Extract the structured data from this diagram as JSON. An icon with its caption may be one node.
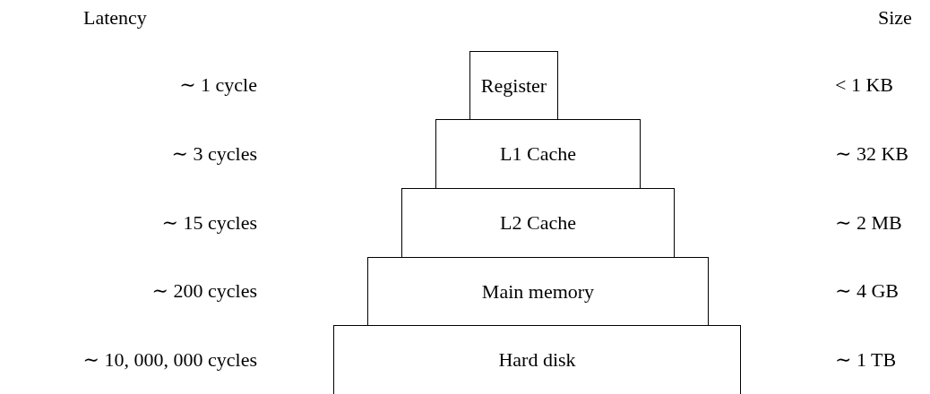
{
  "diagram": {
    "nodes": [
      {
        "text": [
          "Register"
        ]
      },
      {
        "text": [
          "L1 Cache"
        ]
      },
      {
        "text": [
          "L2 Cache"
        ]
      },
      {
        "text": [
          "Main memory"
        ]
      },
      {
        "text": [
          "Hard disk"
        ]
      }
    ],
    "labels": [
      "Latency",
      "Size",
      "∼ 1 cycle",
      "< 1 KB",
      "∼ 3 cycles",
      "∼ 32 KB",
      "∼ 15 cycles",
      "∼ 2 MB",
      "∼ 200 cycles",
      "∼ 4 GB",
      "∼ 10, 000, 000 cycles",
      "∼ 1 TB"
    ]
  }
}
